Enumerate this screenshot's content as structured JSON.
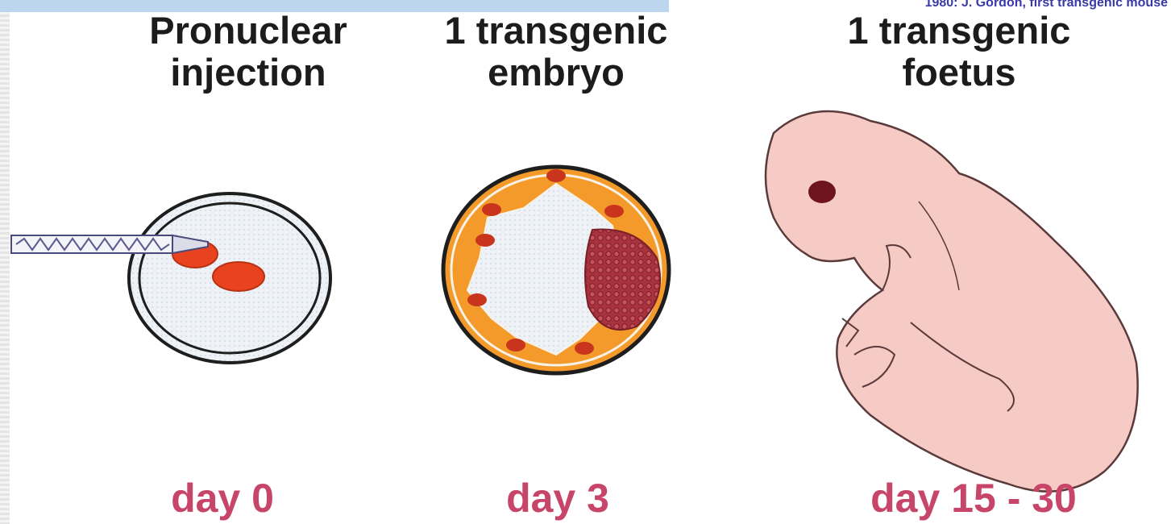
{
  "caption": "1980: J. Gordon, first transgenic mouse",
  "stages": [
    {
      "title_line1": "Pronuclear",
      "title_line2": "injection",
      "day": "day 0"
    },
    {
      "title_line1": "1 transgenic",
      "title_line2": "embryo",
      "day": "day 3"
    },
    {
      "title_line1": "1 transgenic",
      "title_line2": "foetus",
      "day": "day 15 - 30"
    }
  ],
  "colors": {
    "title_text": "#1c1c1c",
    "day_text": "#c8456a",
    "caption_text": "#3a3aa6",
    "banner": "#bcd6ee",
    "pronucleus": "#e8431e",
    "embryo_ring": "#f39a2a",
    "inner_cell_mass": "#a8323e",
    "foetus_skin": "#f6cbc6"
  }
}
